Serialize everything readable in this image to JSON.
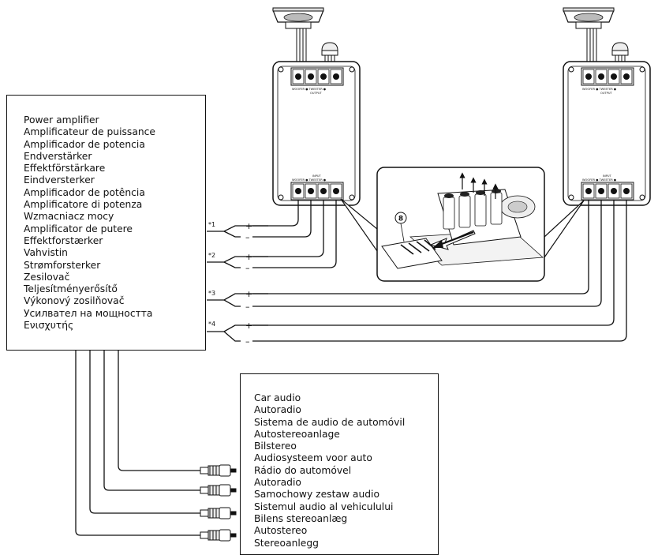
{
  "power_amplifier_labels": [
    "Power amplifier",
    "Amplificateur de puissance",
    "Amplificador de potencia",
    "Endverstärker",
    "Effektförstärkare",
    "Eindversterker",
    "Amplificador de potência",
    "Amplificatore di potenza",
    "Wzmacniacz mocy",
    "Amplificator de putere",
    "Effektforstærker",
    "Vahvistin",
    "Strømforsterker",
    "Zesilovač",
    "Teljesítményerősítő",
    "Výkonový zosilňovač",
    "Усилвател на мощността",
    "Ενισχυτής"
  ],
  "car_audio_labels": [
    "Car audio",
    "Autoradio",
    "Sistema de audio de automóvil",
    "Autostereoanlage",
    "Bilstereo",
    "Audiosysteem voor auto",
    "Rádio do automóvel",
    "Autoradio",
    "Samochowy zestaw audio",
    "Sistemul audio al vehiculului",
    "Bilens stereoanlæg",
    "Autostereo",
    "Stereoanlegg"
  ],
  "footnote_marks": [
    "*1",
    "*2",
    "*3",
    "*4"
  ],
  "polarity": {
    "plus": "+",
    "minus": "–"
  },
  "callout_number": "8",
  "terminal_labels": {
    "output": "WOOFER ● TWEETER ●",
    "output_sub": "OUTPUT",
    "input": "INPUT"
  }
}
